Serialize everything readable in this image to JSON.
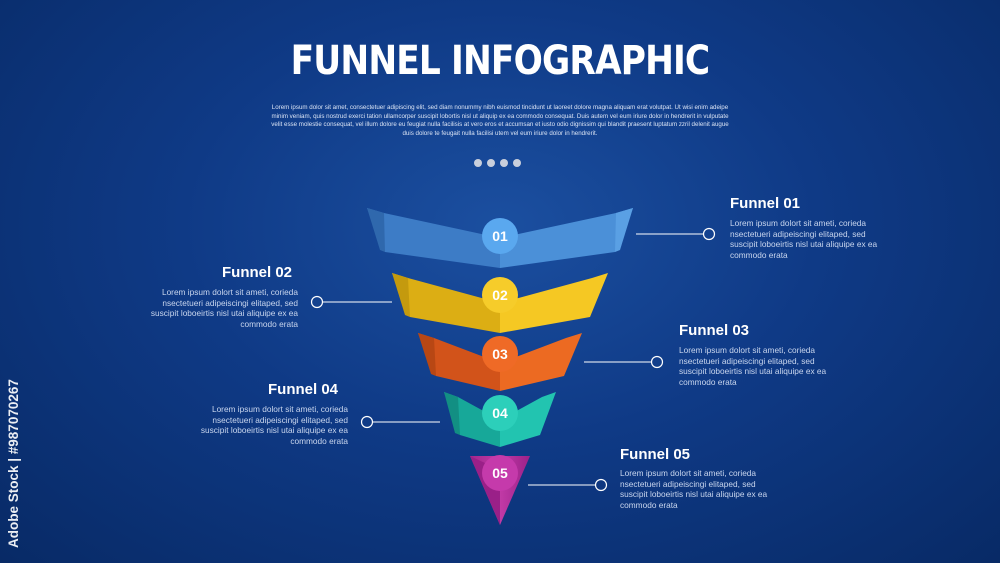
{
  "header": {
    "title": "FUNNEL INFOGRAPHIC",
    "description": "Lorem ipsum dolor sit amet, consectetuer adipiscing elit, sed diam nonummy nibh euismod tincidunt ut laoreet dolore magna aliquam erat volutpat. Ut wisi enim adeipe minim veniam, quis nostrud exerci tation ullamcorper suscipit lobortis nisl ut aliquip ex ea commodo consequat. Duis autem vel eum iriure dolor in hendrerit in vulputate velit esse molestie consequat, vel illum dolore eu feugiat nulla facilisis at vero eros et accumsan et iusto odio dignissim qui blandit praesent luptatum zzril delenit augue duis dolore te feugait nulla facilisi utem vel eum iriure dolor in hendrerit."
  },
  "pagination_dots": 4,
  "colors": {
    "background": "#0f3a86",
    "level1": "#4a8fd6",
    "level2": "#f3c521",
    "level3": "#e8621e",
    "level4": "#1fc0ad",
    "level5": "#b82f9b"
  },
  "levels": [
    {
      "number": "01",
      "title": "Funnel 01",
      "text": "Lorem ipsum dolort sit ameti, corieda nsectetueri adipeiscingi elitaped, sed suscipit loboeirtis nisl utai aliquipe ex ea commodo erata"
    },
    {
      "number": "02",
      "title": "Funnel 02",
      "text": "Lorem ipsum dolort sit ameti, corieda nsectetueri adipeiscingi elitaped, sed suscipit loboeirtis nisl utai aliquipe ex ea commodo erata"
    },
    {
      "number": "03",
      "title": "Funnel 03",
      "text": "Lorem ipsum dolort sit ameti, corieda nsectetueri adipeiscingi elitaped, sed suscipit loboeirtis nisl utai aliquipe ex ea commodo erata"
    },
    {
      "number": "04",
      "title": "Funnel 04",
      "text": "Lorem ipsum dolort sit ameti, corieda nsectetueri adipeiscingi elitaped, sed suscipit loboeirtis nisl utai aliquipe ex ea commodo erata"
    },
    {
      "number": "05",
      "title": "Funnel 05",
      "text": "Lorem ipsum dolort sit ameti, corieda nsectetueri adipeiscingi elitaped, sed suscipit loboeirtis nisl utai aliquipe ex ea commodo erata"
    }
  ],
  "watermark": {
    "side_text": "Adobe Stock | #987070267"
  }
}
